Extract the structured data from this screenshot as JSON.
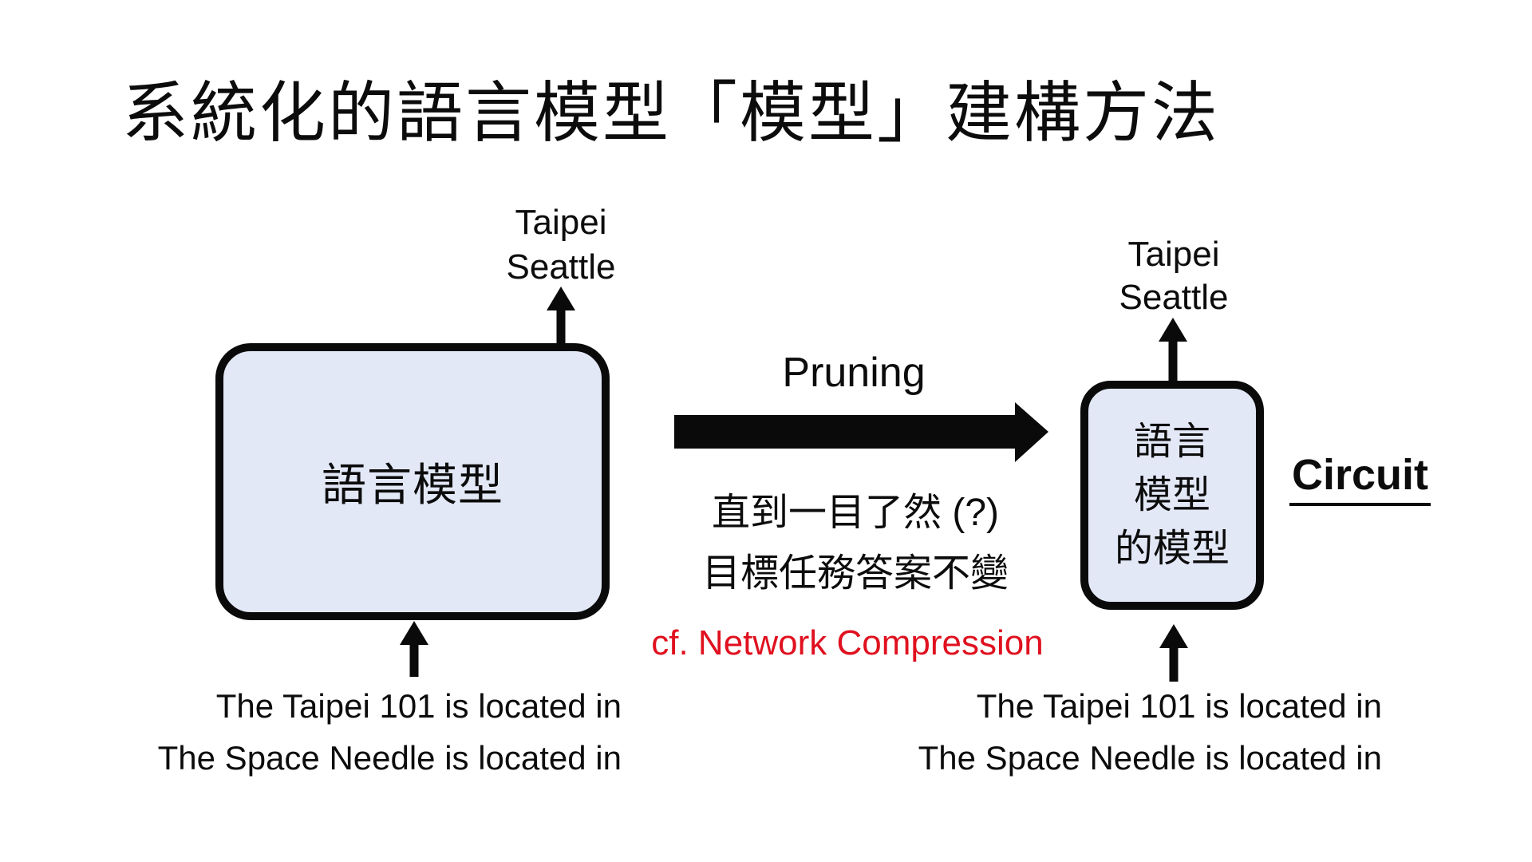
{
  "slide": {
    "title": "系統化的語言模型「模型」建構方法"
  },
  "left_model": {
    "outputs": [
      "Taipei",
      "Seattle"
    ],
    "box_label": "語言模型",
    "inputs": [
      "The Taipei 101 is located in",
      "The Space Needle is located in"
    ]
  },
  "pruning": {
    "label": "Pruning",
    "condition_line1": "直到一目了然 (?)",
    "condition_line2": "目標任務答案不變",
    "reference": "cf. Network Compression"
  },
  "right_model": {
    "outputs": [
      "Taipei",
      "Seattle"
    ],
    "box_label_lines": [
      "語言",
      "模型",
      "的模型"
    ],
    "annotation": "Circuit",
    "inputs": [
      "The Taipei 101 is located in",
      "The Space Needle is located in"
    ]
  },
  "colors": {
    "background": "#ffffff",
    "text": "#0c0c0c",
    "accent_red": "#e0111f",
    "box_fill": "#e3e8f7",
    "box_border": "#0a0a0a",
    "arrow": "#0a0a0a"
  }
}
